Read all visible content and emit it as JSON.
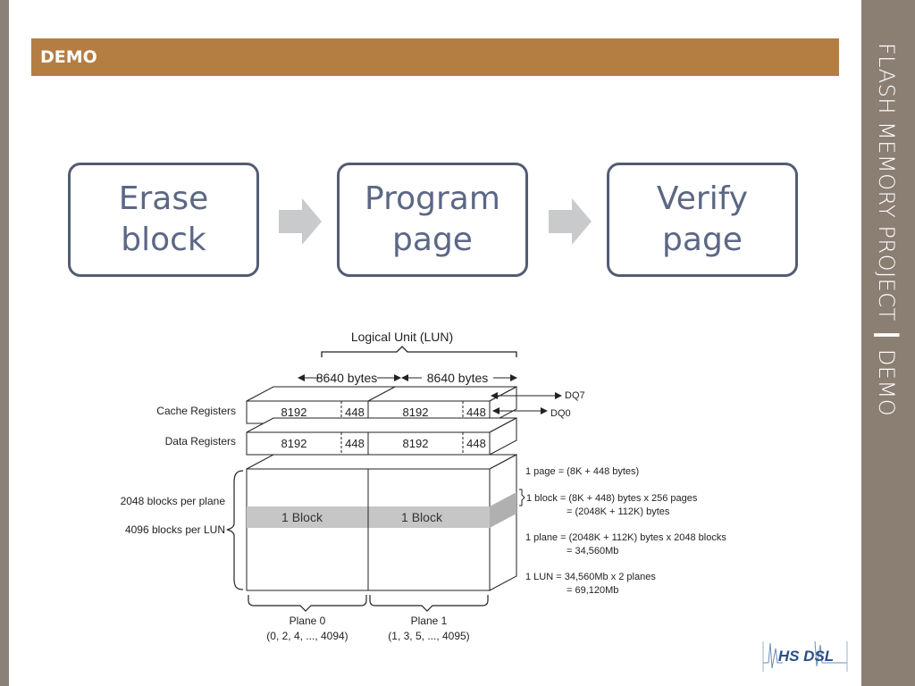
{
  "sidebar": {
    "title": "FLASH MEMORY PROJECT ┃ DEMO"
  },
  "header": {
    "title": "DEMO"
  },
  "flow": {
    "steps": [
      {
        "label": "Erase\nblock"
      },
      {
        "label": "Program\npage"
      },
      {
        "label": "Verify\npage"
      }
    ]
  },
  "diagram": {
    "lun_label": "Logical Unit (LUN)",
    "width_left": "8640 bytes",
    "width_right": "8640 bytes",
    "dq7": "DQ7",
    "dq0": "DQ0",
    "cache_label": "Cache Registers",
    "data_label": "Data Registers",
    "cache_cells": [
      "8192",
      "448",
      "8192",
      "448"
    ],
    "data_cells": [
      "8192",
      "448",
      "8192",
      "448"
    ],
    "blocks_per_plane": "2048 blocks per plane",
    "blocks_per_lun": "4096 blocks per LUN",
    "block_left": "1 Block",
    "block_right": "1 Block",
    "plane0_title": "Plane 0",
    "plane0_range": "(0, 2, 4, ..., 4094)",
    "plane1_title": "Plane 1",
    "plane1_range": "(1, 3, 5, ..., 4095)",
    "notes": {
      "page": "1 page  = (8K + 448 bytes)",
      "block_1": "1 block  = (8K + 448) bytes x 256 pages",
      "block_2": "= (2048K + 112K) bytes",
      "plane_1": "1 plane = (2048K + 112K) bytes x 2048 blocks",
      "plane_2": "=  34,560Mb",
      "lun_1": "1 LUN    = 34,560Mb x 2 planes",
      "lun_2": "=  69,120Mb"
    }
  },
  "logo": {
    "text": "HS DSL"
  }
}
